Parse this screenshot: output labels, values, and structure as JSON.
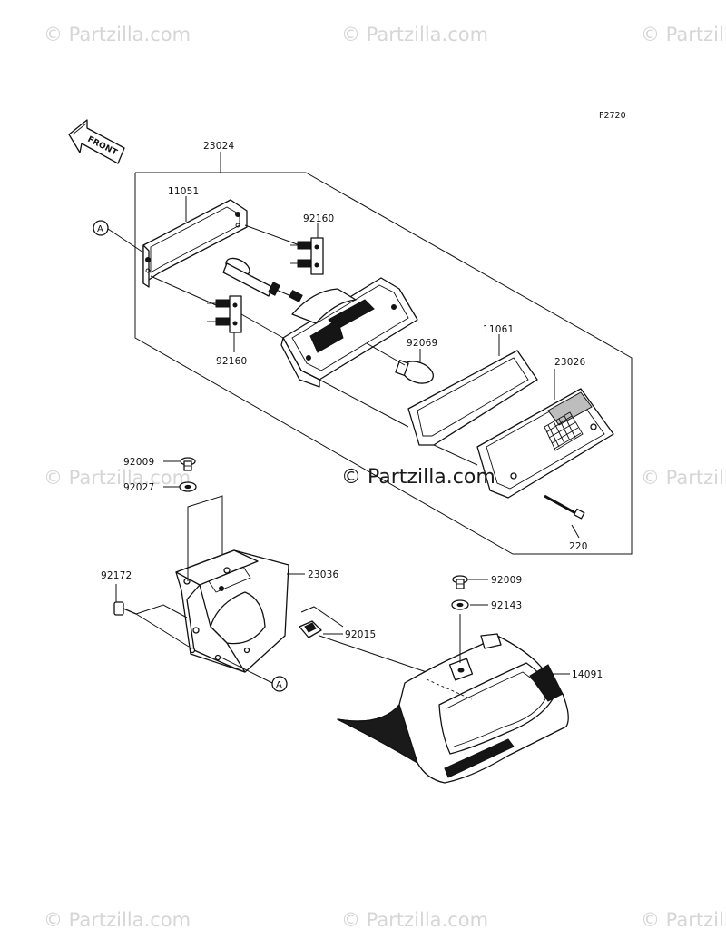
{
  "figure_code": "F2720",
  "front_label": "FRONT",
  "watermark": {
    "center_text": "© Partzilla.com",
    "tile_text": "© Partzilla.com"
  },
  "callouts": {
    "p23024": "23024",
    "p11051": "11051",
    "p92160_top": "92160",
    "p92160_bottom": "92160",
    "p92069": "92069",
    "p11061": "11061",
    "p23026": "23026",
    "p220": "220",
    "p92009_left": "92009",
    "p92027": "92027",
    "p23036": "23036",
    "p92172": "92172",
    "p92015": "92015",
    "p92009_right": "92009",
    "p92143": "92143",
    "p14091": "14091"
  },
  "ref_markers": {
    "a_top": "A",
    "a_bottom": "A"
  },
  "colors": {
    "line": "#111111",
    "watermark": "#d6d6d6",
    "background": "#ffffff"
  }
}
